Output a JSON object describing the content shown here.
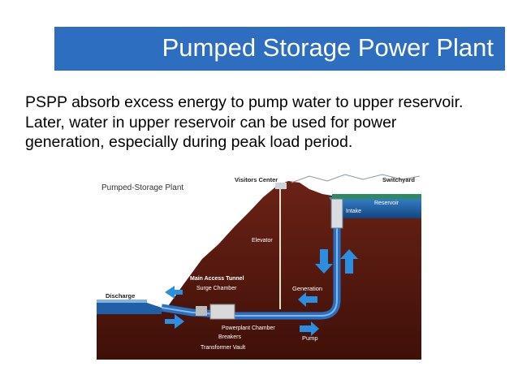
{
  "title": "Pumped Storage Power Plant",
  "body_lines": [
    "PSPP absorb excess energy to pump water to upper reservoir.",
    "Later, water in upper reservoir can be used for power",
    "generation, especially during peak load period."
  ],
  "diagram": {
    "title": "Pumped-Storage Plant",
    "labels": {
      "visitors_center": "Visitors Center",
      "switchyard": "Switchyard",
      "reservoir": "Reservoir",
      "intake": "Intake",
      "elevator": "Elevator",
      "main_access_tunnel": "Main Access Tunnel",
      "surge_chamber": "Surge Chamber",
      "discharge": "Discharge",
      "generation": "Generation",
      "powerplant_chamber": "Powerplant Chamber",
      "breakers": "Breakers",
      "transformer_vault": "Transformer Vault",
      "pump": "Pump"
    },
    "colors": {
      "mountain": "#5a1a10",
      "mountain_dark": "#3f1008",
      "water": "#1f5fa8",
      "water_light": "#4f9ad8",
      "arrow": "#2a8fe0",
      "sky_band": "#e6eef5"
    }
  }
}
